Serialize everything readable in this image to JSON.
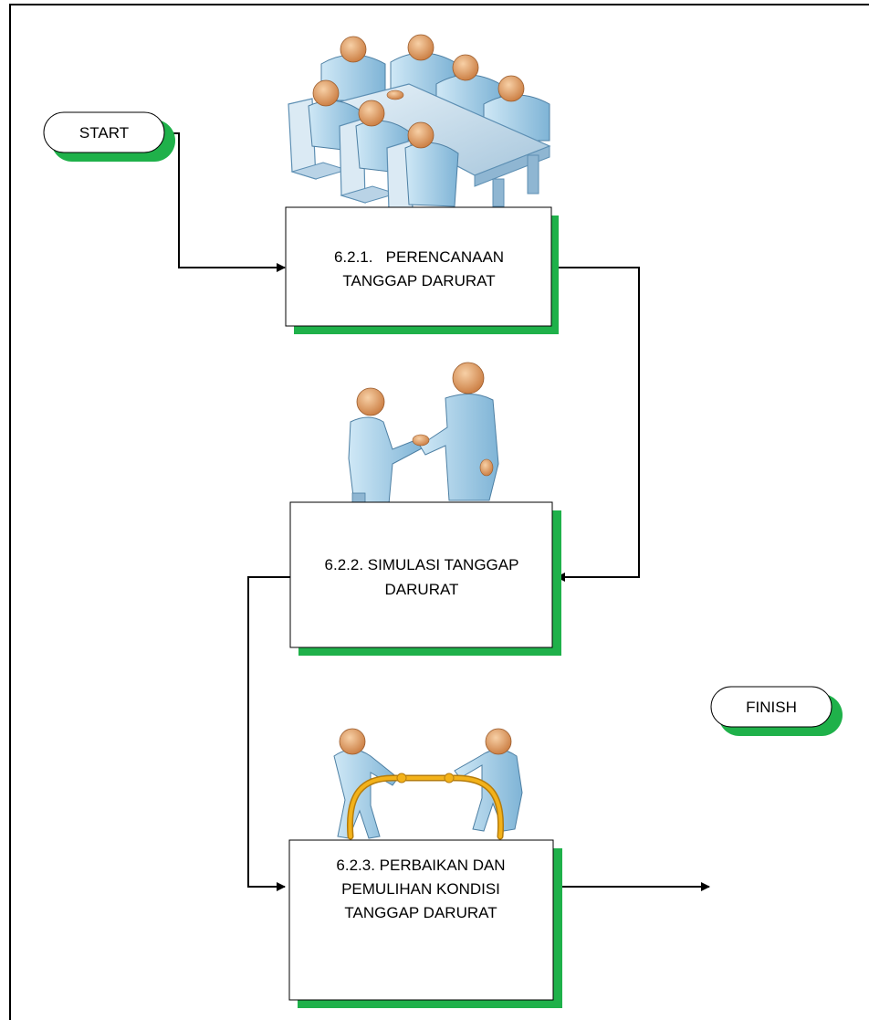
{
  "diagram": {
    "start": {
      "label": "START"
    },
    "finish": {
      "label": "FINISH"
    },
    "steps": [
      {
        "lines": [
          "6.2.1.   PERENCANAAN",
          "TANGGAP DARURAT"
        ],
        "illustration": "meeting-table-people-icon"
      },
      {
        "lines": [
          "6.2.2. SIMULASI TANGGAP",
          "DARURAT"
        ],
        "illustration": "handshake-people-icon"
      },
      {
        "lines": [
          "6.2.3. PERBAIKAN DAN",
          "PEMULIHAN KONDISI",
          "TANGGAP DARURAT"
        ],
        "illustration": "tug-of-war-people-icon"
      }
    ],
    "colors": {
      "shadow": "#1fb14a",
      "figure": "#a9d3ec",
      "figure_dark": "#6fa8cc",
      "skin": "#e9a56b",
      "rope": "#f3b21a",
      "line": "#000000"
    }
  }
}
